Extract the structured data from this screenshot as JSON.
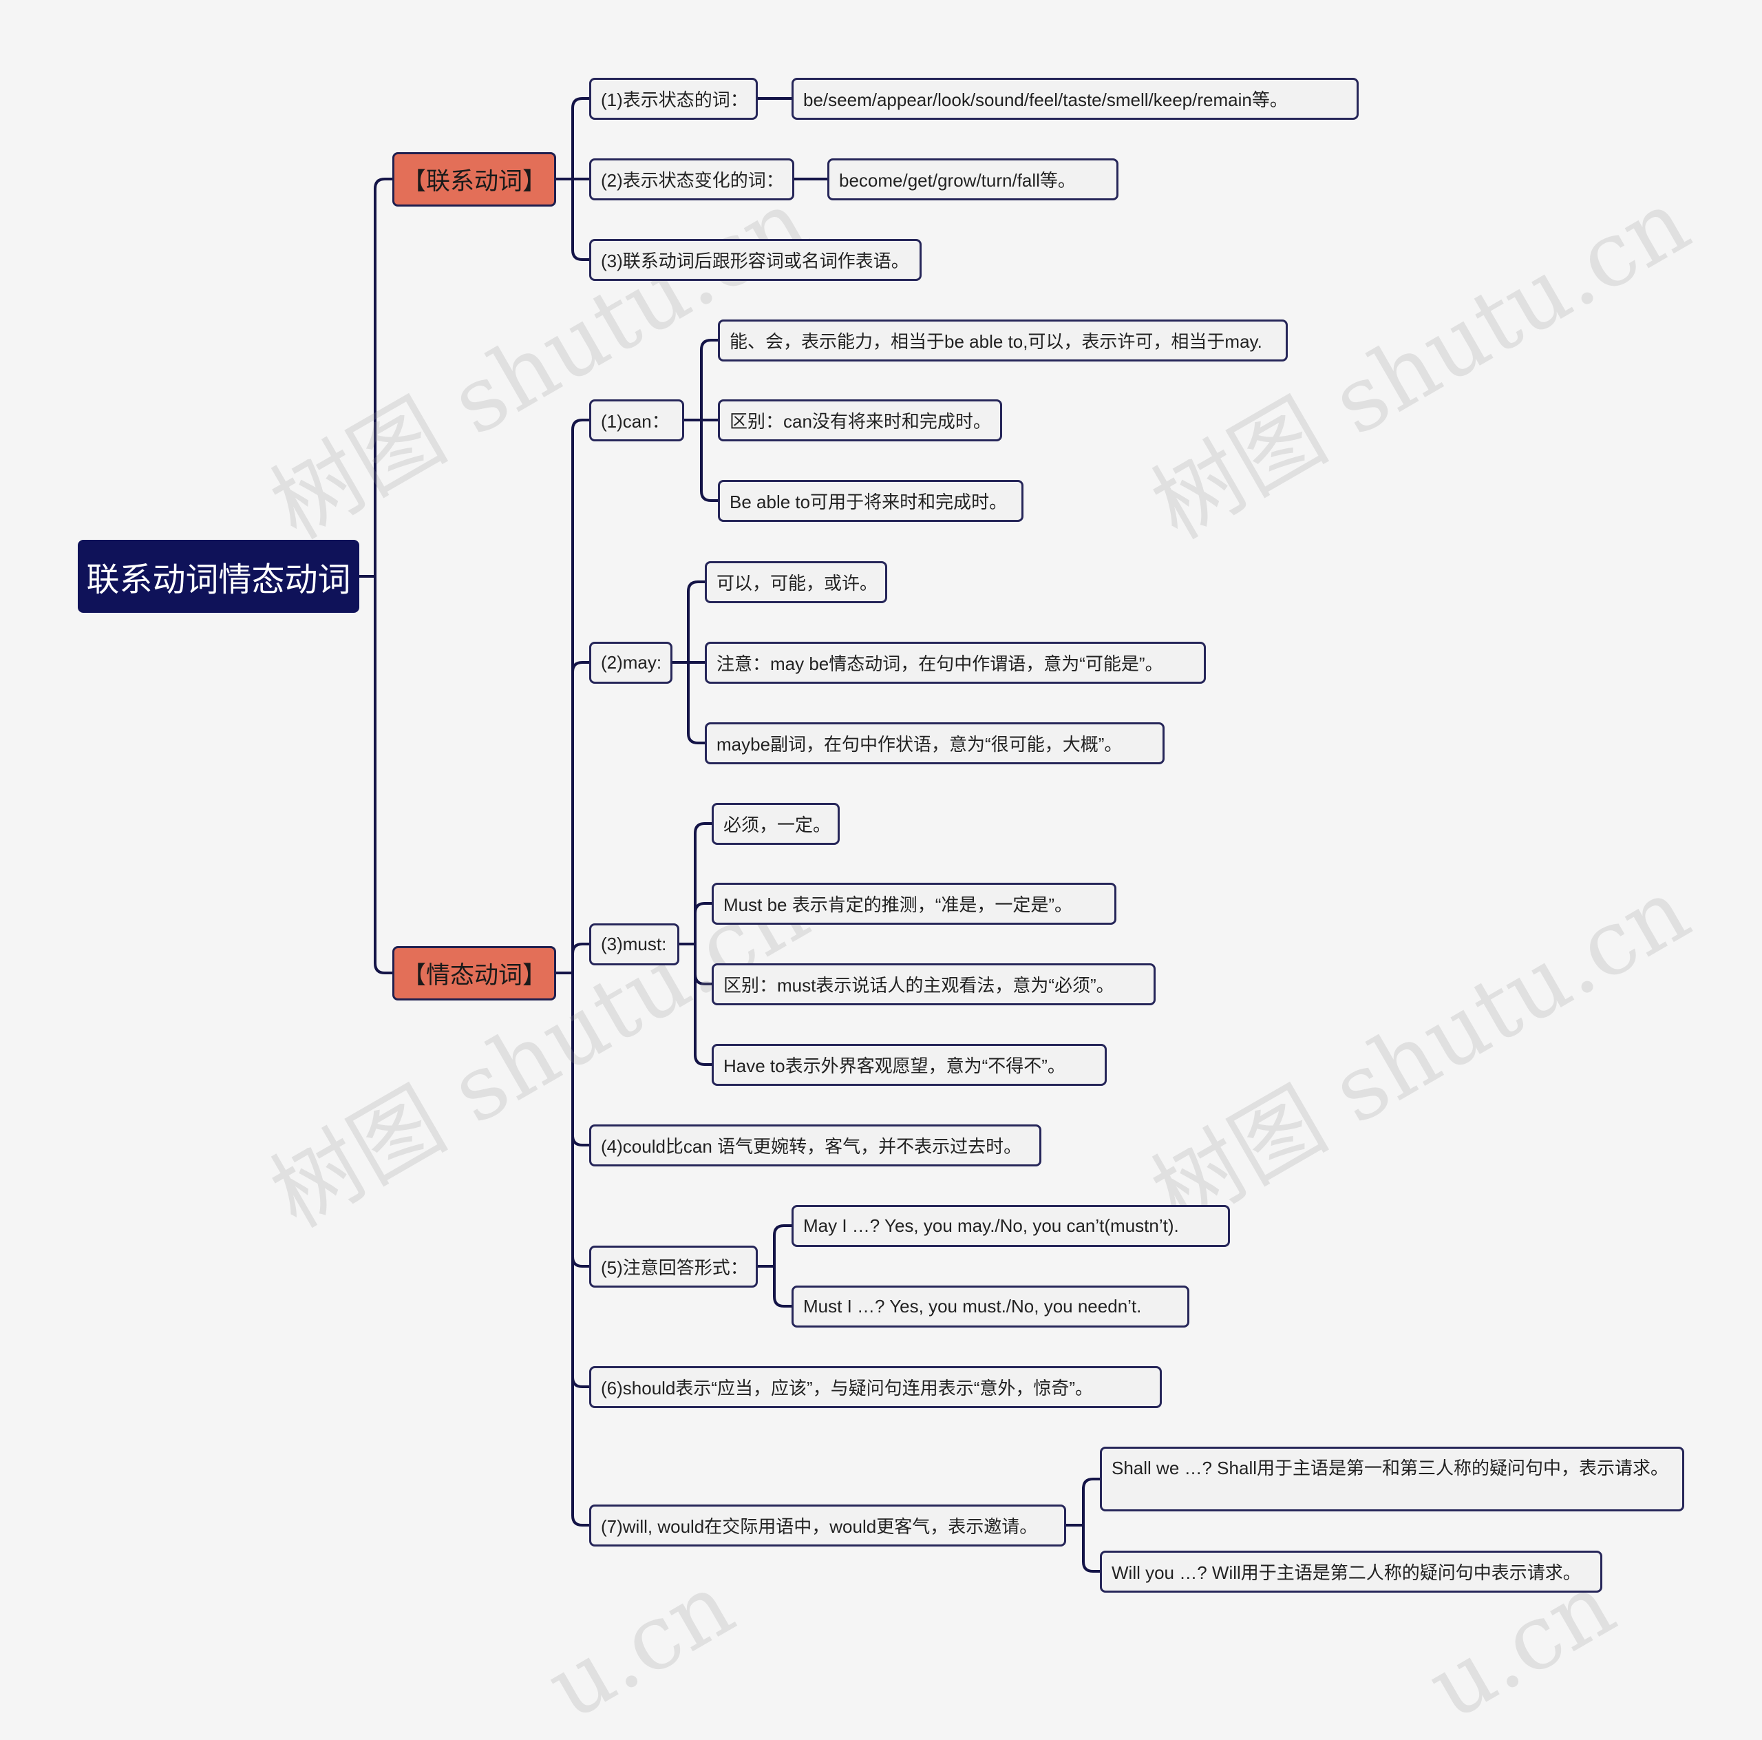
{
  "root": {
    "label": "联系动词情态动词"
  },
  "branch_link": {
    "label": "【联系动词】"
  },
  "branch_modal": {
    "label": "【情态动词】"
  },
  "watermark": "树图 shutu.cn",
  "watermark_partial": "u.cn",
  "link_items": [
    {
      "label": "(1)表示状态的词：",
      "child": "be/seem/appear/look/sound/feel/taste/smell/keep/remain等。"
    },
    {
      "label": "(2)表示状态变化的词：",
      "child": "become/get/grow/turn/fall等。"
    },
    {
      "label": "(3)联系动词后跟形容词或名词作表语。"
    }
  ],
  "modal_items": [
    {
      "label": "(1)can：",
      "children": [
        "能、会，表示能力，相当于be able to,可以，表示许可，相当于may.",
        "区别：can没有将来时和完成时。",
        "Be able to可用于将来时和完成时。"
      ]
    },
    {
      "label": "(2)may:",
      "children": [
        "可以，可能，或许。",
        "注意：may be情态动词，在句中作谓语，意为“可能是”。",
        "maybe副词，在句中作状语，意为“很可能，大概”。"
      ]
    },
    {
      "label": "(3)must:",
      "children": [
        "必须，一定。",
        "Must be 表示肯定的推测，“准是，一定是”。",
        "区别：must表示说话人的主观看法，意为“必须”。",
        "Have to表示外界客观愿望，意为“不得不”。"
      ]
    },
    {
      "label": "(4)could比can 语气更婉转，客气，并不表示过去时。"
    },
    {
      "label": "(5)注意回答形式：",
      "children": [
        "May I …? Yes, you may./No, you can’t(mustn’t).",
        "Must I …? Yes, you must./No, you needn’t."
      ]
    },
    {
      "label": "(6)should表示“应当，应该”，与疑问句连用表示“意外，惊奇”。"
    },
    {
      "label": "(7)will, would在交际用语中，would更客气，表示邀请。",
      "children": [
        "Shall we …? Shall用于主语是第一和第三人称的疑问句中，表示请求。",
        "Will you …? Will用于主语是第二人称的疑问句中表示请求。"
      ]
    }
  ],
  "colors": {
    "background": "#f5f5f5",
    "root": "#0f1259",
    "branch": "#e36f58",
    "line": "#141447"
  }
}
